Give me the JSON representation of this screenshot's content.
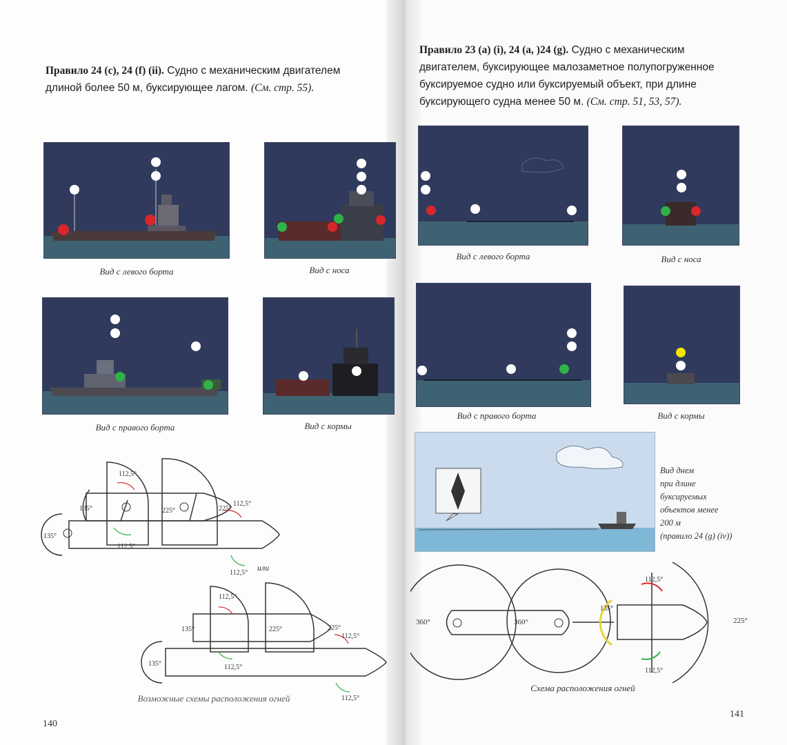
{
  "left_page": {
    "heading": {
      "rule_label": "Правило 24 (c), 24 (f) (ii).",
      "line1_rest": "Судно с механическим двигателем",
      "line2": "длиной более 50 м, буксирующее лагом.",
      "reference": "(См. стр. 55)."
    },
    "captions": {
      "port": "Вид с левого борта",
      "bow": "Вид с носа",
      "starboard": "Вид с правого борта",
      "stern": "Вид с кормы"
    },
    "diagram": {
      "or_label": "или",
      "angles": {
        "a112": "112,5°",
        "a135": "135°",
        "a225": "225°"
      },
      "caption": "Возможные схемы расположения огней"
    },
    "page_number": "140"
  },
  "right_page": {
    "heading": {
      "rule_label": "Правило 23 (a) (i), 24 (a, )24 (g).",
      "line1_rest": "Судно с механическим",
      "line2": "двигателем, буксирующее малозаметное полупогруженное",
      "line3": "буксируемое судно или буксируемый объект, при длине",
      "line4": "буксирующего судна менее 50 м.",
      "reference": "(См. стр. 51, 53, 57)."
    },
    "captions": {
      "port": "Вид с левого борта",
      "bow": "Вид с носа",
      "starboard": "Вид с правого борта",
      "stern": "Вид с кормы"
    },
    "day_note": {
      "line1": "Вид днем",
      "line2": "при длине",
      "line3": "буксируемых",
      "line4": "объектов менее",
      "line5": "200 м",
      "line6": "(правило 24 (g) (iv))"
    },
    "diagram": {
      "angles": {
        "a360": "360°",
        "a112": "112,5°",
        "a135": "135°",
        "a225": "225°"
      },
      "caption": "Схема расположения огней"
    },
    "page_number": "141"
  },
  "colors": {
    "night_sky": "#2f3a5c",
    "sea": "#3f6273",
    "light_white": "#ffffff",
    "light_red": "#d8262b",
    "light_green": "#2fb24a",
    "light_yellow": "#f4e600",
    "day_sky": "#c9dbec",
    "day_sea": "#7fb7d6"
  },
  "icons": [
    "sun-icon",
    "diamond-shape-icon"
  ]
}
